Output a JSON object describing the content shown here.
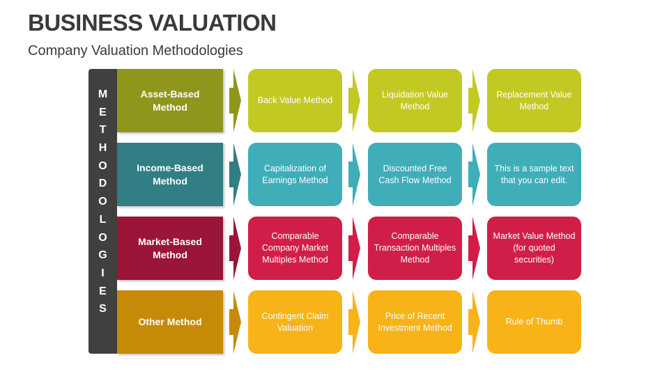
{
  "header": {
    "title": "BUSINESS VALUATION",
    "subtitle": "Company Valuation Methodologies"
  },
  "sidebar": {
    "letters": [
      "M",
      "E",
      "T",
      "H",
      "O",
      "D",
      "O",
      "L",
      "O",
      "G",
      "I",
      "E",
      "S"
    ]
  },
  "rows": [
    {
      "category": "Asset-Based Method",
      "dark": "#8f961b",
      "light": "#c3c923",
      "items": [
        "Back Value Method",
        "Liquidation Value Method",
        "Replacement Value Method"
      ]
    },
    {
      "category": "Income-Based Method",
      "dark": "#317e84",
      "light": "#3faeb8",
      "items": [
        "Capitalization of Earnings Method",
        "Discounted Free Cash Flow Method",
        "This is a sample text that you can edit."
      ]
    },
    {
      "category": "Market-Based Method",
      "dark": "#9b1538",
      "light": "#d11e48",
      "items": [
        "Comparable Company Market Multiples Method",
        "Comparable Transaction Multiples Method",
        "Market Value Method (for quoted securities)"
      ]
    },
    {
      "category": "Other Method",
      "dark": "#c78a06",
      "light": "#f8b318",
      "items": [
        "Contingent Claim Valuation",
        "Price of Recent Investment Method",
        "Rule of Thumb"
      ]
    }
  ]
}
